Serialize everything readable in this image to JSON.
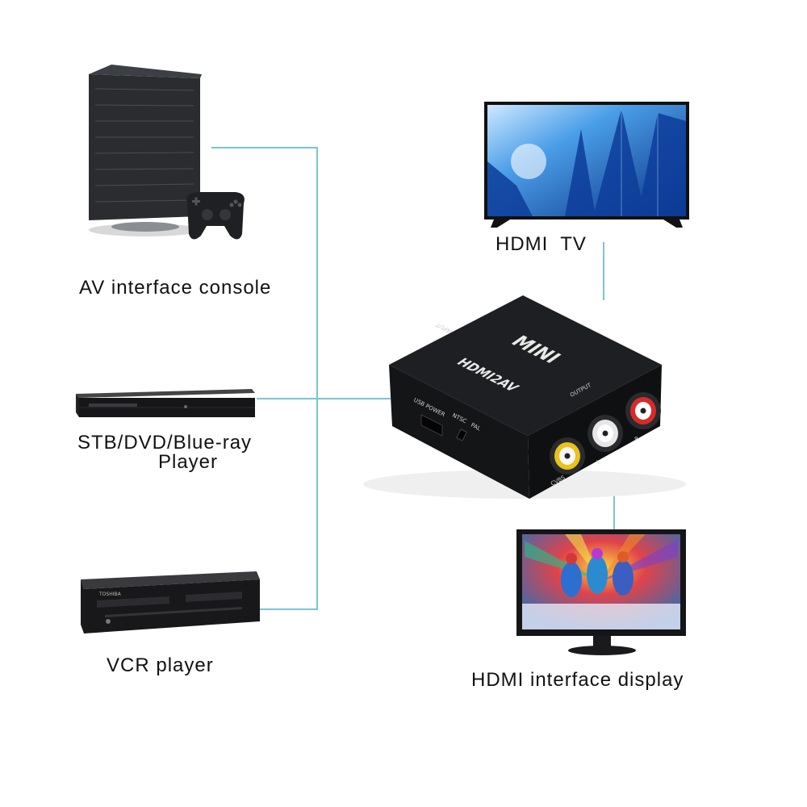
{
  "colors": {
    "connector_line": "#7cc3d3",
    "device_dark": "#1b1b1d",
    "background": "#ffffff"
  },
  "sources": [
    {
      "label": "AV interface console",
      "icon": "game-console-icon"
    },
    {
      "label_line1": "STB/DVD/Blue-ray",
      "label_line2": "Player",
      "icon": "dvd-player-icon"
    },
    {
      "label": "VCR player",
      "icon": "vcr-player-icon"
    }
  ],
  "outputs": [
    {
      "label": "HDMI  TV",
      "icon": "hdmi-tv-icon"
    },
    {
      "label": "HDMI interface display",
      "icon": "hdmi-monitor-icon"
    }
  ],
  "converter": {
    "title": "MINI",
    "model": "HDMI2AV",
    "port_input": "INPUT",
    "port_output": "OUTPUT",
    "usb_power": "USB POWER",
    "ntsc": "NTSC",
    "pal": "PAL",
    "cvbs": "CVBS",
    "left": "L",
    "right": "R",
    "icon": "hdmi-to-av-converter-icon"
  }
}
